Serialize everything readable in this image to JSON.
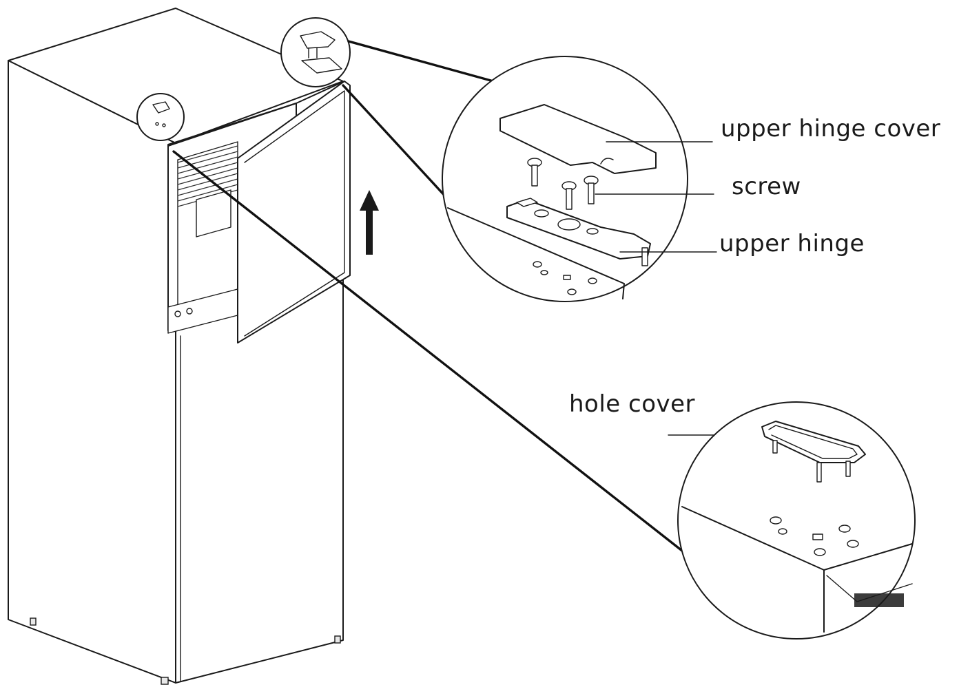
{
  "labels": {
    "upper_hinge_cover": "upper hinge cover",
    "screw": "screw",
    "upper_hinge": "upper hinge",
    "hole_cover": "hole cover"
  },
  "icons": {
    "direction_arrow": "arrow-up-icon"
  },
  "colors": {
    "line": "#1a1a1a",
    "background": "#ffffff"
  }
}
